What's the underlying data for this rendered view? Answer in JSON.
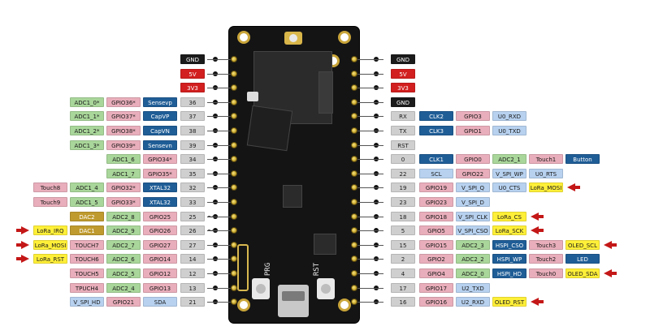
{
  "colors": {
    "black": "#1b1b1b",
    "red": "#d21f1f",
    "green": "#a9d69a",
    "pink": "#e9aebb",
    "blue": "#1f5d96",
    "light_blue": "#b7d1ef",
    "gray": "#cfcfcf",
    "yellow": "#ffef38",
    "olive": "#bf9a2e",
    "arrow": "#c41717"
  },
  "board": {
    "silkscreen": {
      "prg": "PRG",
      "rst": "RST"
    },
    "icons": [
      "antenna-icon",
      "usb-port-icon",
      "oscillator-icon",
      "arrow-icon",
      "wave-icon"
    ]
  },
  "left_rows": [
    {
      "pin": "",
      "labels": [
        {
          "text": "GND",
          "color": "black"
        }
      ]
    },
    {
      "pin": "",
      "labels": [
        {
          "text": "5V",
          "color": "red"
        }
      ]
    },
    {
      "pin": "",
      "labels": [
        {
          "text": "3V3",
          "color": "red"
        }
      ]
    },
    {
      "pin": "36",
      "labels": [
        {
          "text": "ADC1_0*",
          "color": "green"
        },
        {
          "text": "GPIO36*",
          "color": "pink"
        },
        {
          "text": "Sensevp",
          "color": "blue"
        }
      ]
    },
    {
      "pin": "37",
      "labels": [
        {
          "text": "ADC1_1*",
          "color": "green"
        },
        {
          "text": "GPIO37*",
          "color": "pink"
        },
        {
          "text": "CapVP",
          "color": "blue"
        }
      ]
    },
    {
      "pin": "38",
      "labels": [
        {
          "text": "ADC1_2*",
          "color": "green"
        },
        {
          "text": "GPIO38*",
          "color": "pink"
        },
        {
          "text": "CapVN",
          "color": "blue"
        }
      ]
    },
    {
      "pin": "39",
      "labels": [
        {
          "text": "ADC1_3*",
          "color": "green"
        },
        {
          "text": "GPIO39*",
          "color": "pink"
        },
        {
          "text": "Sensevn",
          "color": "blue"
        }
      ]
    },
    {
      "pin": "34",
      "labels": [
        {
          "text": "ADC1_6",
          "color": "green"
        },
        {
          "text": "GPIO34*",
          "color": "pink"
        }
      ]
    },
    {
      "pin": "35",
      "labels": [
        {
          "text": "ADC1_7",
          "color": "green"
        },
        {
          "text": "GPIO35*",
          "color": "pink"
        }
      ]
    },
    {
      "pin": "32",
      "labels": [
        {
          "text": "Touch8",
          "color": "pink"
        },
        {
          "text": "ADC1_4",
          "color": "green"
        },
        {
          "text": "GPIO32*",
          "color": "pink"
        },
        {
          "text": "XTAL32",
          "color": "blue"
        }
      ]
    },
    {
      "pin": "33",
      "labels": [
        {
          "text": "Touch9",
          "color": "pink"
        },
        {
          "text": "ADC1_5",
          "color": "green"
        },
        {
          "text": "GPIO33*",
          "color": "pink"
        },
        {
          "text": "XTAL32",
          "color": "blue"
        }
      ]
    },
    {
      "pin": "25",
      "labels": [
        {
          "text": "DAC2",
          "color": "olive"
        },
        {
          "text": "ADC2_8",
          "color": "green"
        },
        {
          "text": "GPIO25",
          "color": "pink"
        }
      ]
    },
    {
      "pin": "26",
      "arrow": true,
      "labels": [
        {
          "text": "LoRa_IRQ",
          "color": "yellow"
        },
        {
          "text": "DAC1",
          "color": "olive"
        },
        {
          "text": "ADC2_9",
          "color": "green"
        },
        {
          "text": "GPIO26",
          "color": "pink"
        }
      ]
    },
    {
      "pin": "27",
      "arrow": true,
      "labels": [
        {
          "text": "LoRa_MOSI",
          "color": "yellow"
        },
        {
          "text": "TOUCH7",
          "color": "pink"
        },
        {
          "text": "ADC2_7",
          "color": "green"
        },
        {
          "text": "GPIO27",
          "color": "pink"
        }
      ]
    },
    {
      "pin": "14",
      "arrow": true,
      "labels": [
        {
          "text": "LoRa_RST",
          "color": "yellow"
        },
        {
          "text": "TOUCH6",
          "color": "pink"
        },
        {
          "text": "ADC2_6",
          "color": "green"
        },
        {
          "text": "GPIO14",
          "color": "pink"
        }
      ]
    },
    {
      "pin": "12",
      "labels": [
        {
          "text": "TOUCH5",
          "color": "pink"
        },
        {
          "text": "ADC2_5",
          "color": "green"
        },
        {
          "text": "GPIO12",
          "color": "pink"
        }
      ]
    },
    {
      "pin": "13",
      "labels": [
        {
          "text": "TPUCH4",
          "color": "pink"
        },
        {
          "text": "ADC2_4",
          "color": "green"
        },
        {
          "text": "GPIO13",
          "color": "pink"
        }
      ]
    },
    {
      "pin": "21",
      "labels": [
        {
          "text": "V_SPI_HD",
          "color": "light_blue"
        },
        {
          "text": "GPIO21",
          "color": "pink"
        },
        {
          "text": "SDA",
          "color": "light_blue"
        }
      ]
    }
  ],
  "right_rows": [
    {
      "pin": "",
      "labels": [
        {
          "text": "GND",
          "color": "black"
        }
      ]
    },
    {
      "pin": "",
      "labels": [
        {
          "text": "5V",
          "color": "red"
        }
      ]
    },
    {
      "pin": "",
      "labels": [
        {
          "text": "3V3",
          "color": "red"
        }
      ]
    },
    {
      "pin": "",
      "labels": [
        {
          "text": "GND",
          "color": "black"
        }
      ]
    },
    {
      "pin": "RX",
      "labels": [
        {
          "text": "CLK2",
          "color": "blue"
        },
        {
          "text": "GPIO3",
          "color": "pink"
        },
        {
          "text": "U0_RXD",
          "color": "light_blue"
        }
      ]
    },
    {
      "pin": "TX",
      "labels": [
        {
          "text": "CLK3",
          "color": "blue"
        },
        {
          "text": "GPIO1",
          "color": "pink"
        },
        {
          "text": "U0_TXD",
          "color": "light_blue"
        }
      ]
    },
    {
      "pin": "RST",
      "labels": []
    },
    {
      "pin": "0",
      "labels": [
        {
          "text": "CLK1",
          "color": "blue"
        },
        {
          "text": "GPIO0",
          "color": "pink"
        },
        {
          "text": "ADC2_1",
          "color": "green"
        },
        {
          "text": "Touch1",
          "color": "pink"
        },
        {
          "text": "Button",
          "color": "blue"
        }
      ]
    },
    {
      "pin": "22",
      "labels": [
        {
          "text": "SCL",
          "color": "light_blue"
        },
        {
          "text": "GPIO22",
          "color": "pink"
        },
        {
          "text": "V_SPI_WP",
          "color": "light_blue"
        },
        {
          "text": "U0_RTS",
          "color": "light_blue"
        }
      ]
    },
    {
      "pin": "19",
      "arrow": true,
      "labels": [
        {
          "text": "GPIO19",
          "color": "pink"
        },
        {
          "text": "V_SPI_Q",
          "color": "light_blue"
        },
        {
          "text": "U0_CTS",
          "color": "light_blue"
        },
        {
          "text": "LoRa_MOSI",
          "color": "yellow"
        }
      ]
    },
    {
      "pin": "23",
      "labels": [
        {
          "text": "GPIO23",
          "color": "pink"
        },
        {
          "text": "V_SPI_D",
          "color": "light_blue"
        }
      ]
    },
    {
      "pin": "18",
      "arrow": true,
      "labels": [
        {
          "text": "GPIO18",
          "color": "pink"
        },
        {
          "text": "V_SPI_CLK",
          "color": "light_blue"
        },
        {
          "text": "LoRa_CS",
          "color": "yellow"
        }
      ]
    },
    {
      "pin": "5",
      "arrow": true,
      "labels": [
        {
          "text": "GPIO5",
          "color": "pink"
        },
        {
          "text": "V_SPI_CSO",
          "color": "light_blue"
        },
        {
          "text": "LoRa_SCK",
          "color": "yellow"
        }
      ]
    },
    {
      "pin": "15",
      "arrow": true,
      "labels": [
        {
          "text": "GPIO15",
          "color": "pink"
        },
        {
          "text": "ADC2_3",
          "color": "green"
        },
        {
          "text": "HSPI_CSO",
          "color": "blue"
        },
        {
          "text": "Touch3",
          "color": "pink"
        },
        {
          "text": "OLED_SCL",
          "color": "yellow"
        }
      ]
    },
    {
      "pin": "2",
      "labels": [
        {
          "text": "GPIO2",
          "color": "pink"
        },
        {
          "text": "ADC2_2",
          "color": "green"
        },
        {
          "text": "HSPI_WP",
          "color": "blue"
        },
        {
          "text": "Touch2",
          "color": "pink"
        },
        {
          "text": "LED",
          "color": "blue"
        }
      ]
    },
    {
      "pin": "4",
      "arrow": true,
      "labels": [
        {
          "text": "GPIO4",
          "color": "pink"
        },
        {
          "text": "ADC2_0",
          "color": "green"
        },
        {
          "text": "HSPI_HD",
          "color": "blue"
        },
        {
          "text": "Touch0",
          "color": "pink"
        },
        {
          "text": "OLED_SDA",
          "color": "yellow"
        }
      ]
    },
    {
      "pin": "17",
      "labels": [
        {
          "text": "GPIO17",
          "color": "pink"
        },
        {
          "text": "U2_TXD",
          "color": "light_blue"
        }
      ]
    },
    {
      "pin": "16",
      "arrow": true,
      "labels": [
        {
          "text": "GPIO16",
          "color": "pink"
        },
        {
          "text": "U2_RXD",
          "color": "light_blue"
        },
        {
          "text": "OLED_RST",
          "color": "yellow"
        }
      ]
    }
  ]
}
